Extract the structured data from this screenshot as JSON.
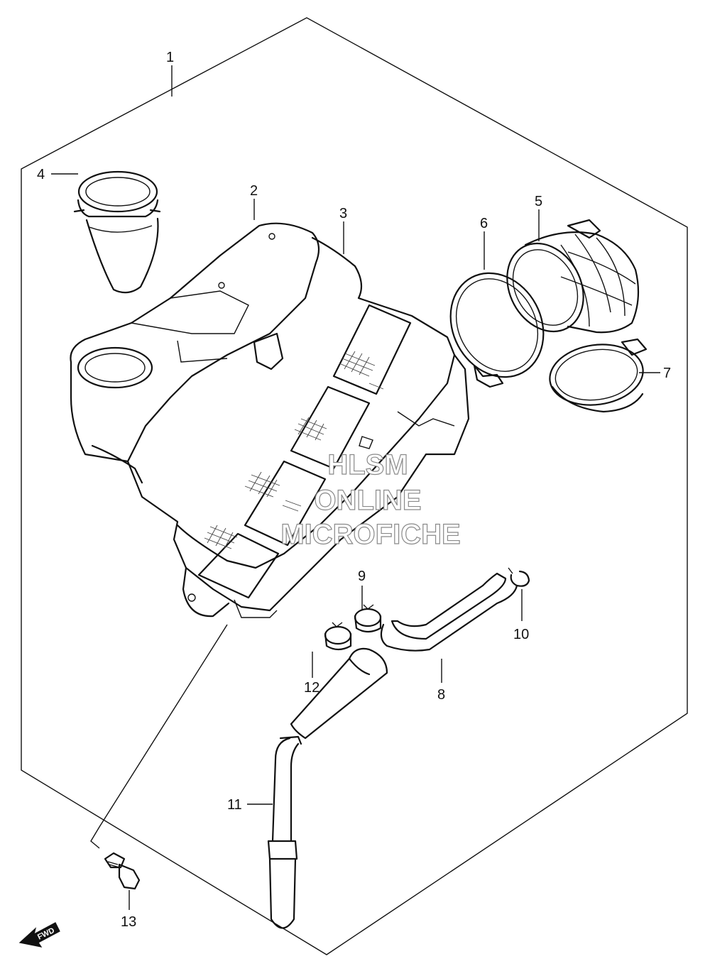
{
  "callouts": [
    {
      "id": "1",
      "label": "1"
    },
    {
      "id": "2",
      "label": "2"
    },
    {
      "id": "3",
      "label": "3"
    },
    {
      "id": "4",
      "label": "4"
    },
    {
      "id": "5",
      "label": "5"
    },
    {
      "id": "6",
      "label": "6"
    },
    {
      "id": "7",
      "label": "7"
    },
    {
      "id": "8",
      "label": "8"
    },
    {
      "id": "9",
      "label": "9"
    },
    {
      "id": "10",
      "label": "10"
    },
    {
      "id": "11",
      "label": "11"
    },
    {
      "id": "12",
      "label": "12"
    },
    {
      "id": "13",
      "label": "13"
    }
  ],
  "watermark": {
    "line1": "HLSM",
    "line2": "ONLINE",
    "line3": "MICROFICHE"
  },
  "direction_marker": {
    "label": "FWD",
    "icon": "fwd-arrow-icon"
  }
}
